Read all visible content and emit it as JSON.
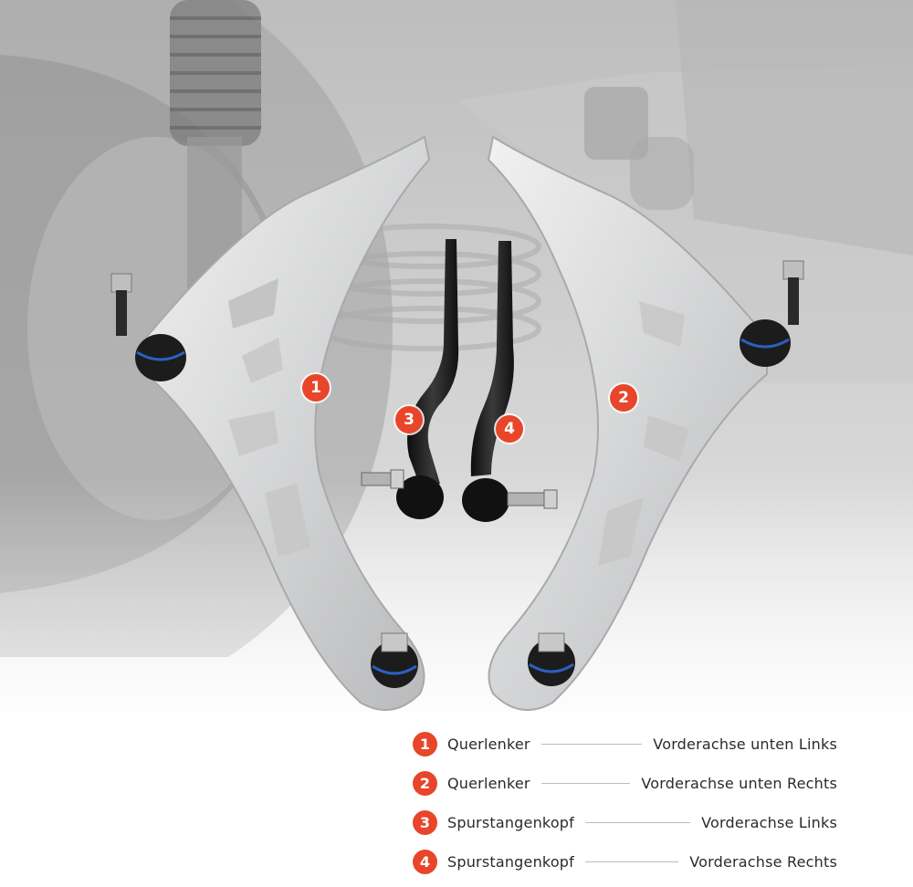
{
  "markers": [
    {
      "number": "1"
    },
    {
      "number": "2"
    },
    {
      "number": "3"
    },
    {
      "number": "4"
    }
  ],
  "legend": [
    {
      "number": "1",
      "name": "Querlenker",
      "position": "Vorderachse unten Links"
    },
    {
      "number": "2",
      "name": "Querlenker",
      "position": "Vorderachse unten Rechts"
    },
    {
      "number": "3",
      "name": "Spurstangenkopf",
      "position": "Vorderachse Links"
    },
    {
      "number": "4",
      "name": "Spurstangenkopf",
      "position": "Vorderachse Rechts"
    }
  ],
  "colors": {
    "marker": "#e8452a",
    "arm_aluminium": "#d9dadb",
    "tie_rod": "#1e1e1e",
    "background_grey": "#bfbfbf"
  }
}
